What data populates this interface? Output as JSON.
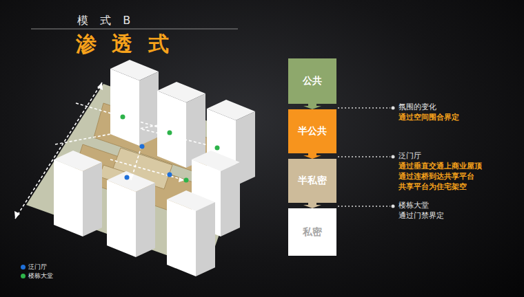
{
  "diagram": {
    "title": "模 式 B",
    "nodes": [
      {
        "text": [
          "公共"
        ]
      },
      {
        "text": [
          "半公共"
        ]
      },
      {
        "text": [
          "半私密"
        ]
      },
      {
        "text": [
          "私密"
        ]
      }
    ],
    "edges": [
      {
        "from": 0,
        "to": 1,
        "arrow": "to"
      },
      {
        "from": 1,
        "to": 2,
        "arrow": "to"
      },
      {
        "from": 2,
        "to": 3,
        "arrow": "to"
      }
    ],
    "labels": [
      "渗 透 式",
      "氛围的变化",
      "通过空间围合界定",
      "泛门厅",
      "通过垂直交通上商业屋顶",
      "通过连桥到达共享平台",
      "共享平台为住宅架空",
      "楼栋大堂",
      "通过门禁界定"
    ],
    "legend": [
      {
        "text": "泛门厅",
        "color": "#1e6fd9"
      },
      {
        "text": "楼栋大堂",
        "color": "#2db34a"
      }
    ]
  }
}
